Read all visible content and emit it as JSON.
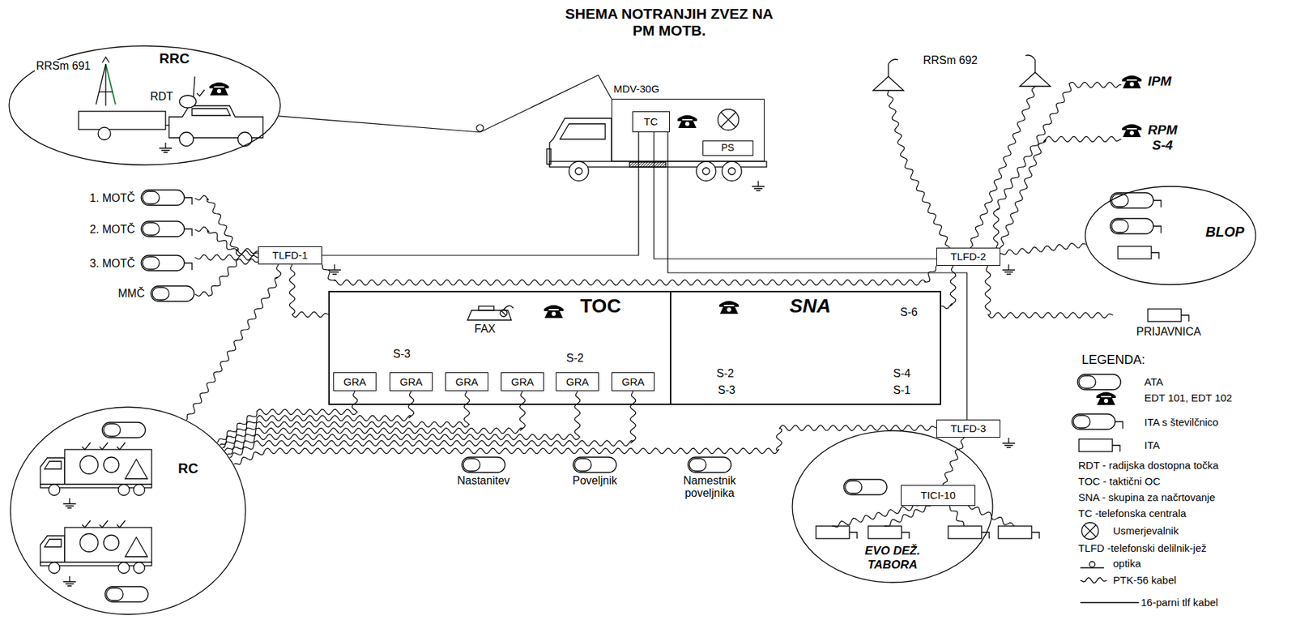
{
  "diagram": {
    "title": "SHEMA NOTRANJIH ZVEZ NA PM MOTB.",
    "nodes": [
      {
        "text": [
          "RRC"
        ]
      },
      {
        "text": [
          "MDV-30G"
        ]
      },
      {
        "text": [
          "TC"
        ],
        "in": 1
      },
      {
        "text": [
          "PS"
        ],
        "in": 1
      },
      {
        "text": [
          "1. MOTČ"
        ]
      },
      {
        "text": [
          "2. MOTČ"
        ]
      },
      {
        "text": [
          "3. MOTČ"
        ]
      },
      {
        "text": [
          "MMČ"
        ]
      },
      {
        "text": [
          "TLFD-1"
        ]
      },
      {
        "text": [
          "TLFD-2"
        ]
      },
      {
        "text": [
          "IPM"
        ]
      },
      {
        "text": [
          "RPM S-4"
        ]
      },
      {
        "text": [
          "BLOP"
        ]
      },
      {
        "text": [
          "PRIJAVNICA"
        ]
      },
      {
        "text": [
          "TOC"
        ]
      },
      {
        "text": [
          "GRA"
        ],
        "in": 14
      },
      {
        "text": [
          "GRA"
        ],
        "in": 14
      },
      {
        "text": [
          "GRA"
        ],
        "in": 14
      },
      {
        "text": [
          "GRA"
        ],
        "in": 14
      },
      {
        "text": [
          "GRA"
        ],
        "in": 14
      },
      {
        "text": [
          "GRA"
        ],
        "in": 14
      },
      {
        "text": [
          "SNA"
        ]
      },
      {
        "text": [
          "TLFD-3"
        ]
      },
      {
        "text": [
          "RC"
        ]
      },
      {
        "text": [
          "Nastanitev"
        ]
      },
      {
        "text": [
          "Poveljnik"
        ]
      },
      {
        "text": [
          "Namestnik poveljnika"
        ]
      },
      {
        "text": [
          "EVO DEŽ. TABORA"
        ]
      },
      {
        "text": [
          "TICI-10"
        ],
        "in": 27
      }
    ],
    "edges": [
      {
        "from": 0,
        "to": 1,
        "arrow": "none"
      },
      {
        "from": 4,
        "to": 8,
        "arrow": "none"
      },
      {
        "from": 5,
        "to": 8,
        "arrow": "none"
      },
      {
        "from": 6,
        "to": 8,
        "arrow": "none"
      },
      {
        "from": 7,
        "to": 8,
        "arrow": "none"
      },
      {
        "from": 8,
        "to": 2,
        "arrow": "none"
      },
      {
        "from": 2,
        "to": 9,
        "arrow": "none"
      },
      {
        "from": 2,
        "to": 22,
        "arrow": "none"
      },
      {
        "from": 8,
        "to": 14,
        "arrow": "none"
      },
      {
        "from": 8,
        "to": 9,
        "arrow": "none"
      },
      {
        "from": 8,
        "to": 23,
        "arrow": "none"
      },
      {
        "from": 15,
        "to": 23,
        "arrow": "none"
      },
      {
        "from": 16,
        "to": 23,
        "arrow": "none"
      },
      {
        "from": 17,
        "to": 23,
        "arrow": "none"
      },
      {
        "from": 18,
        "to": 23,
        "arrow": "none"
      },
      {
        "from": 19,
        "to": 23,
        "arrow": "none"
      },
      {
        "from": 20,
        "to": 23,
        "arrow": "none"
      },
      {
        "from": 22,
        "to": 23,
        "arrow": "none"
      },
      {
        "from": 22,
        "to": 28,
        "arrow": "none"
      },
      {
        "from": 9,
        "to": 10,
        "arrow": "none"
      },
      {
        "from": 9,
        "to": 11,
        "arrow": "none"
      },
      {
        "from": 9,
        "to": 12,
        "arrow": "none"
      },
      {
        "from": 9,
        "to": 13,
        "arrow": "none"
      },
      {
        "from": 9,
        "to": 21,
        "arrow": "none"
      }
    ],
    "labels": [
      "RRSm 691",
      "RDT",
      "RRSm 692",
      "FAX",
      "S-3",
      "S-2",
      "S-6",
      "S-2",
      "S-3",
      "S-4",
      "S-1",
      "LEGENDA:"
    ],
    "legend": [
      {
        "text": "ATA"
      },
      {
        "text": "EDT 101, EDT 102"
      },
      {
        "text": "ITA s številčnico"
      },
      {
        "text": "ITA"
      },
      {
        "text": "RDT - radijska dostopna točka"
      },
      {
        "text": "TOC - taktični OC"
      },
      {
        "text": "SNA - skupina za načrtovanje"
      },
      {
        "text": "TC -telefonska centrala"
      },
      {
        "text": "Usmerjevalnik"
      },
      {
        "text": "TLFD -telefonski delilnik-jež"
      },
      {
        "text": "optika"
      },
      {
        "text": "PTK-56 kabel"
      },
      {
        "text": "16-parni tlf kabel"
      }
    ]
  }
}
